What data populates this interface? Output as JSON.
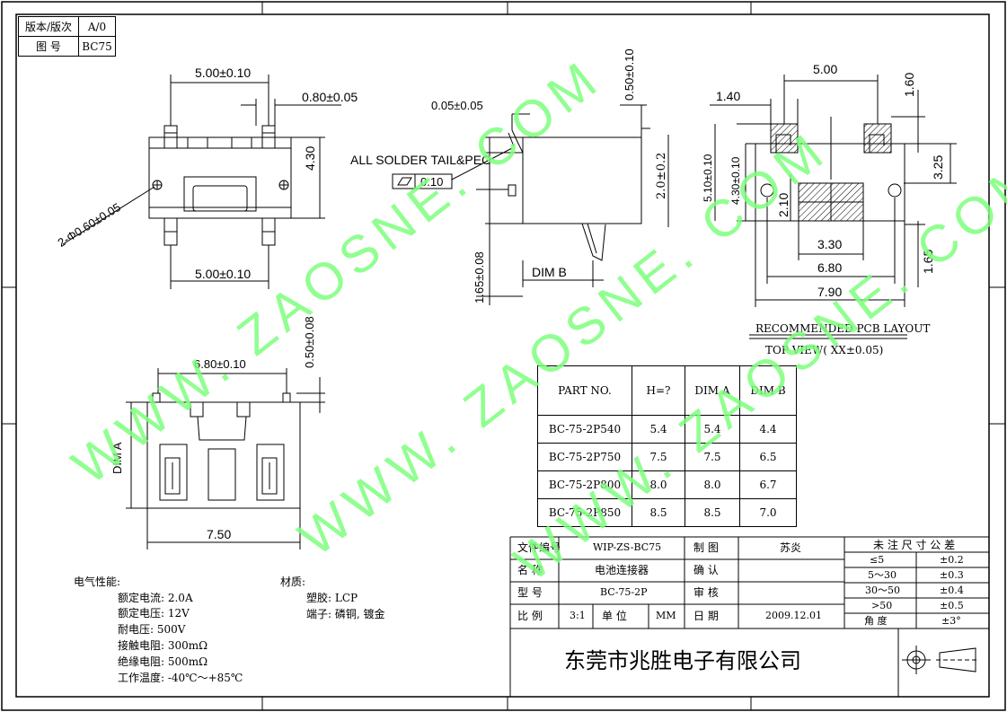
{
  "revision_block": {
    "version_label": "版本/版次",
    "version_value": "A/0",
    "drawing_no_label": "图 号",
    "drawing_no_value": "BC75"
  },
  "dimensions": {
    "top_view": {
      "width_top": "5.00±0.10",
      "pin_width": "0.80±0.05",
      "height": "4.30",
      "peg_diameter": "2-Φ0.60±0.05",
      "width_bottom": "5.00±0.10"
    },
    "side_view": {
      "lead_gap": "0.05±0.05",
      "lead_thickness": "0.50±0.10",
      "solder_note": "ALL SOLDER TAIL&PEG",
      "flatness_value": "0.10",
      "height_tol": "2.0±0.2",
      "standoff": "1.65±0.08",
      "dim_b": "DIM B"
    },
    "front_view": {
      "width": "6.80±0.10",
      "lead_thickness": "0.50±0.08",
      "dim_a": "DIM A",
      "body_width": "7.50"
    },
    "pcb_layout": {
      "pad_pitch": "5.00",
      "pad_width": "1.40",
      "pad_length": "1.60",
      "row_offset": "3.25",
      "pad_height": "2.10",
      "center_pad": "3.30",
      "hole_pitch": "6.80",
      "overall": "7.90",
      "vert_1": "5.10±0.10",
      "vert_2": "4.30±0.10",
      "right_small": "1.65",
      "title": "RECOMMENDED PCB LAYOUT",
      "subtitle": "TOP VIEW( XX±0.05)"
    }
  },
  "parts_table": {
    "headers": [
      "PART NO.",
      "H=?",
      "DIM A",
      "DIM B"
    ],
    "rows": [
      [
        "BC-75-2P540",
        "5.4",
        "5.4",
        "4.4"
      ],
      [
        "BC-75-2P750",
        "7.5",
        "7.5",
        "6.5"
      ],
      [
        "BC-75-2P800",
        "8.0",
        "8.0",
        "6.7"
      ],
      [
        "BC-75-2P850",
        "8.5",
        "8.5",
        "7.0"
      ]
    ]
  },
  "electrical": {
    "title": "电气性能:",
    "lines": [
      "额定电流: 2.0A",
      "额定电压: 12V",
      "耐电压: 500V",
      "接触电阻: 300mΩ",
      "绝缘电阻: 500mΩ",
      "工作温度: -40℃～+85℃"
    ]
  },
  "materials": {
    "title": "材质:",
    "lines": [
      "塑胶: LCP",
      "端子: 磷铜, 镀金"
    ]
  },
  "title_block": {
    "file_no_label": "文件编号",
    "file_no_value": "WIP-ZS-BC75",
    "drawn_label": "制  图",
    "drawn_value": "苏炎",
    "name_label": "名  称",
    "name_value": "电池连接器",
    "confirm_label": "确  认",
    "model_label": "型  号",
    "model_value": "BC-75-2P",
    "review_label": "审  核",
    "scale_label": "比  例",
    "scale_value": "3:1",
    "unit_label": "单  位",
    "unit_value": "MM",
    "date_label": "日  期",
    "date_value": "2009.12.01",
    "company": "东莞市兆胜电子有限公司"
  },
  "tolerance_table": {
    "title": "未 注 尺 寸 公 差",
    "rows": [
      [
        "≤5",
        "±0.2"
      ],
      [
        "5～30",
        "±0.3"
      ],
      [
        "30～50",
        "±0.4"
      ],
      [
        ">50",
        "±0.5"
      ],
      [
        "角  度",
        "±3°"
      ]
    ]
  },
  "watermark": "WWW. ZAOSNE. COM"
}
